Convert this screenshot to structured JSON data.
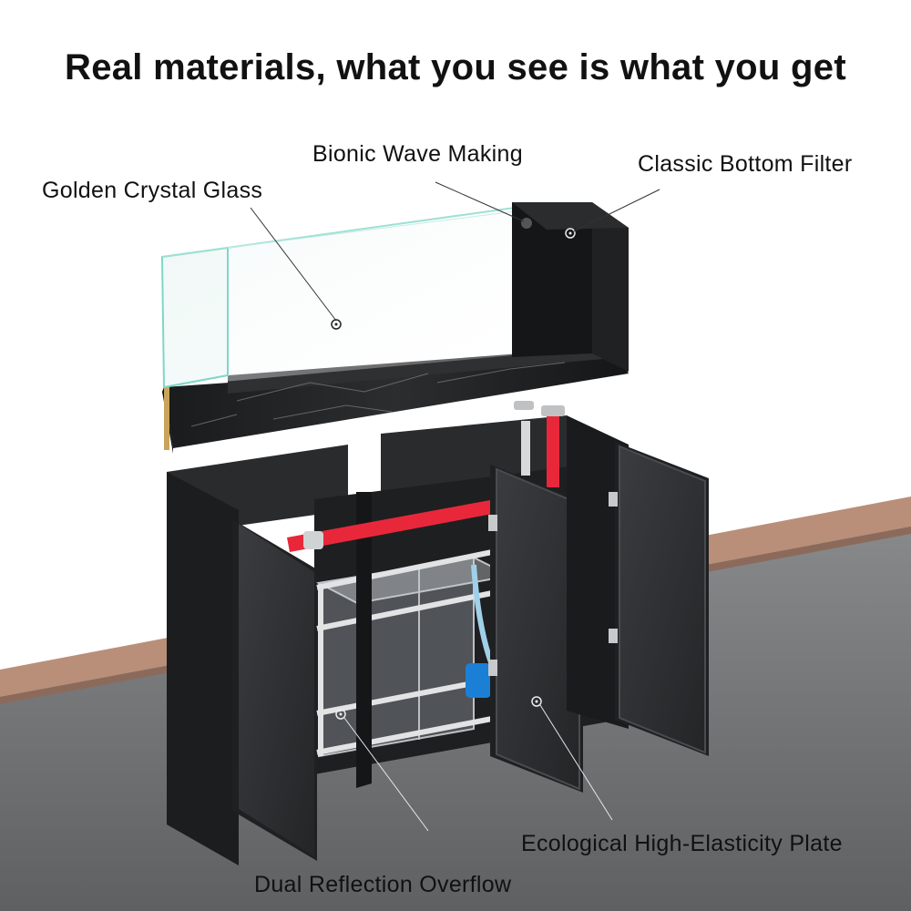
{
  "headline": "Real materials, what you see is what you get",
  "callouts": {
    "golden_crystal_glass": "Golden Crystal Glass",
    "bionic_wave_making": "Bionic Wave Making",
    "classic_bottom_filter": "Classic Bottom Filter",
    "ecological_plate": "Ecological High-Elasticity Plate",
    "dual_reflection_overflow": "Dual Reflection Overflow"
  },
  "colors": {
    "cabinet": "#2a2b2d",
    "cabinet_dark": "#1c1d1f",
    "pipe_red": "#e8283a",
    "floor": "#6e6f71",
    "wall_baseboard": "#b98f7a",
    "glass_edge": "#7fd6c8"
  }
}
